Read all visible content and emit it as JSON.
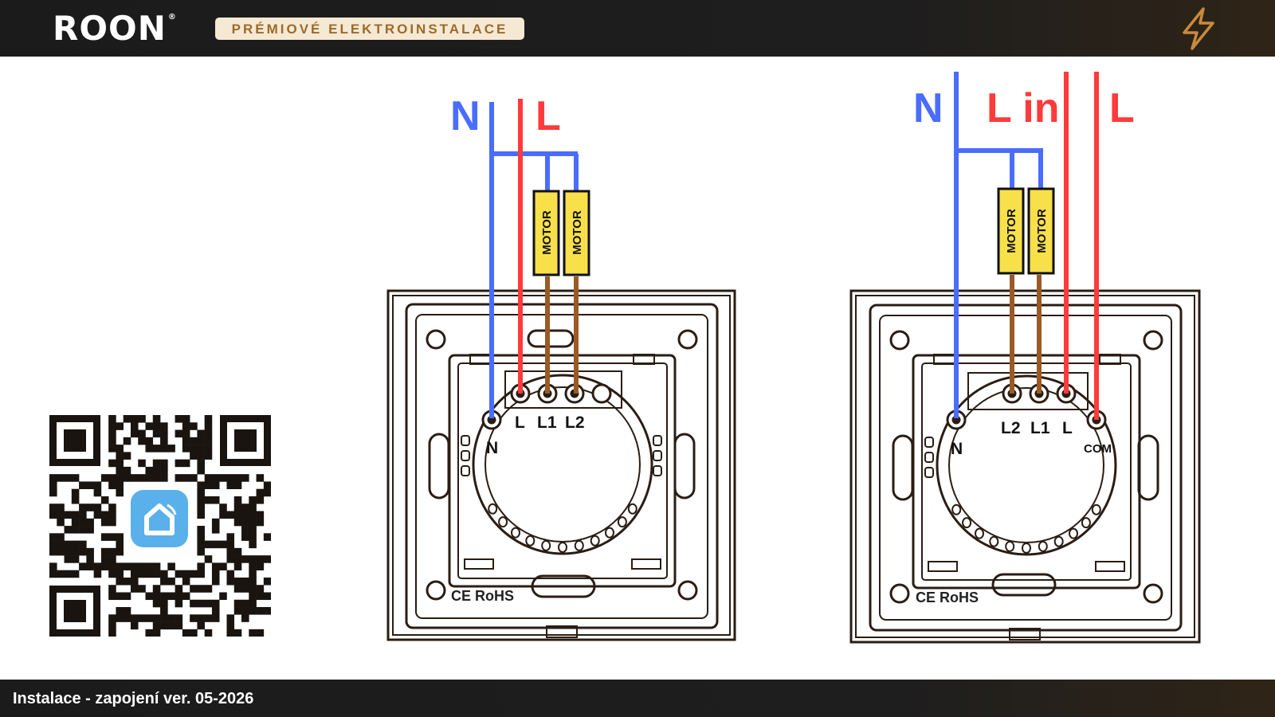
{
  "brand": {
    "logo": "ROON",
    "logo_mark": "®",
    "tagline": "PRÉMIOVÉ ELEKTROINSTALACE",
    "header_icon": "lightning-bolt-icon",
    "accent_color": "#c98a3c"
  },
  "diagram_left": {
    "wire_labels": {
      "neutral": "N",
      "live": "L"
    },
    "motor_labels": [
      "MOTOR",
      "MOTOR"
    ],
    "terminals": [
      "N",
      "L",
      "L1",
      "L2"
    ],
    "marking": "CE RoHS"
  },
  "diagram_right": {
    "wire_labels": {
      "neutral": "N",
      "live_in": "L in",
      "live": "L"
    },
    "motor_labels": [
      "MOTOR",
      "MOTOR"
    ],
    "terminals": [
      "N",
      "L2",
      "L1",
      "L",
      "COM"
    ],
    "marking": "CE RoHS"
  },
  "qr": {
    "icon": "smart-home-app-icon",
    "icon_color": "#5ab0ea"
  },
  "colors": {
    "neutral_wire": "#4a6cff",
    "live_wire": "#ff3a3a",
    "motor_wire": "#9a5a25",
    "motor_body": "#f7e04a"
  },
  "footer": {
    "text": "Instalace - zapojení ver. 05-2026"
  }
}
